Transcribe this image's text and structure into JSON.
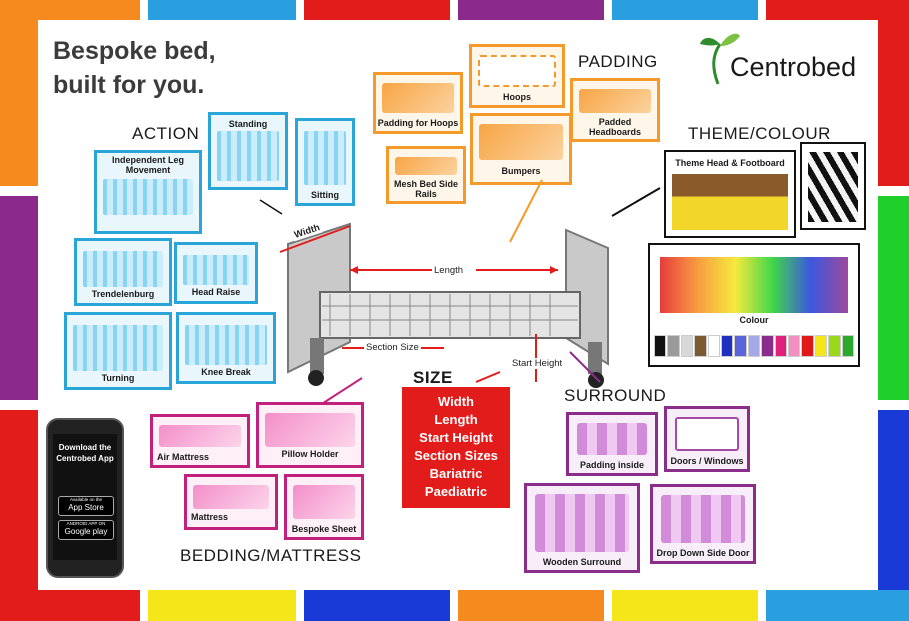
{
  "headline": [
    "Bespoke bed,",
    "built for you."
  ],
  "brand": "Centrobed",
  "sections": {
    "action": "ACTION",
    "padding": "PADDING",
    "theme": "THEME/COLOUR",
    "size": "SIZE",
    "surround": "SURROUND",
    "bedding": "BEDDING/MATTRESS"
  },
  "action_items": [
    "Independent Leg Movement",
    "Standing",
    "Sitting",
    "Trendelenburg",
    "Head Raise",
    "Turning",
    "Knee Break"
  ],
  "padding_items": [
    "Padding for Hoops",
    "Hoops",
    "Padded Headboards",
    "Mesh Bed Side Rails",
    "Bumpers"
  ],
  "theme_items": [
    "Theme Head & Footboard",
    "Colour"
  ],
  "size_items": [
    "Width",
    "Length",
    "Start Height",
    "Section Sizes",
    "Bariatric",
    "Paediatric"
  ],
  "bed_labels": {
    "width": "Width",
    "length": "Length",
    "section": "Section Size",
    "start_height": "Start Height"
  },
  "surround_items": [
    "Padding inside",
    "Doors / Windows",
    "Wooden Surround",
    "Drop Down Side Door"
  ],
  "bedding_items": [
    "Air Mattress",
    "Pillow Holder",
    "Mattress",
    "Bespoke Sheet"
  ],
  "app": {
    "download_text": "Download the Centrobed App",
    "appstore_small": "Available on the",
    "appstore": "App Store",
    "google_small": "ANDROID APP ON",
    "google": "Google play"
  },
  "colors": {
    "swatches": [
      "#111111",
      "#9a9a9a",
      "#d8d8d8",
      "#7a5a2e",
      "#ffffff",
      "#1f2fbf",
      "#5a63d8",
      "#a3a8e8",
      "#8a2c8a",
      "#e0207a",
      "#f08fc0",
      "#e01818",
      "#f5e61a",
      "#9ad81a",
      "#2ca82c"
    ],
    "accent_blue": "#2aa5d8",
    "accent_orange": "#f39a2a",
    "accent_pink": "#c2207d",
    "accent_purple": "#8b2d8b",
    "size_red": "#e21b1b"
  }
}
